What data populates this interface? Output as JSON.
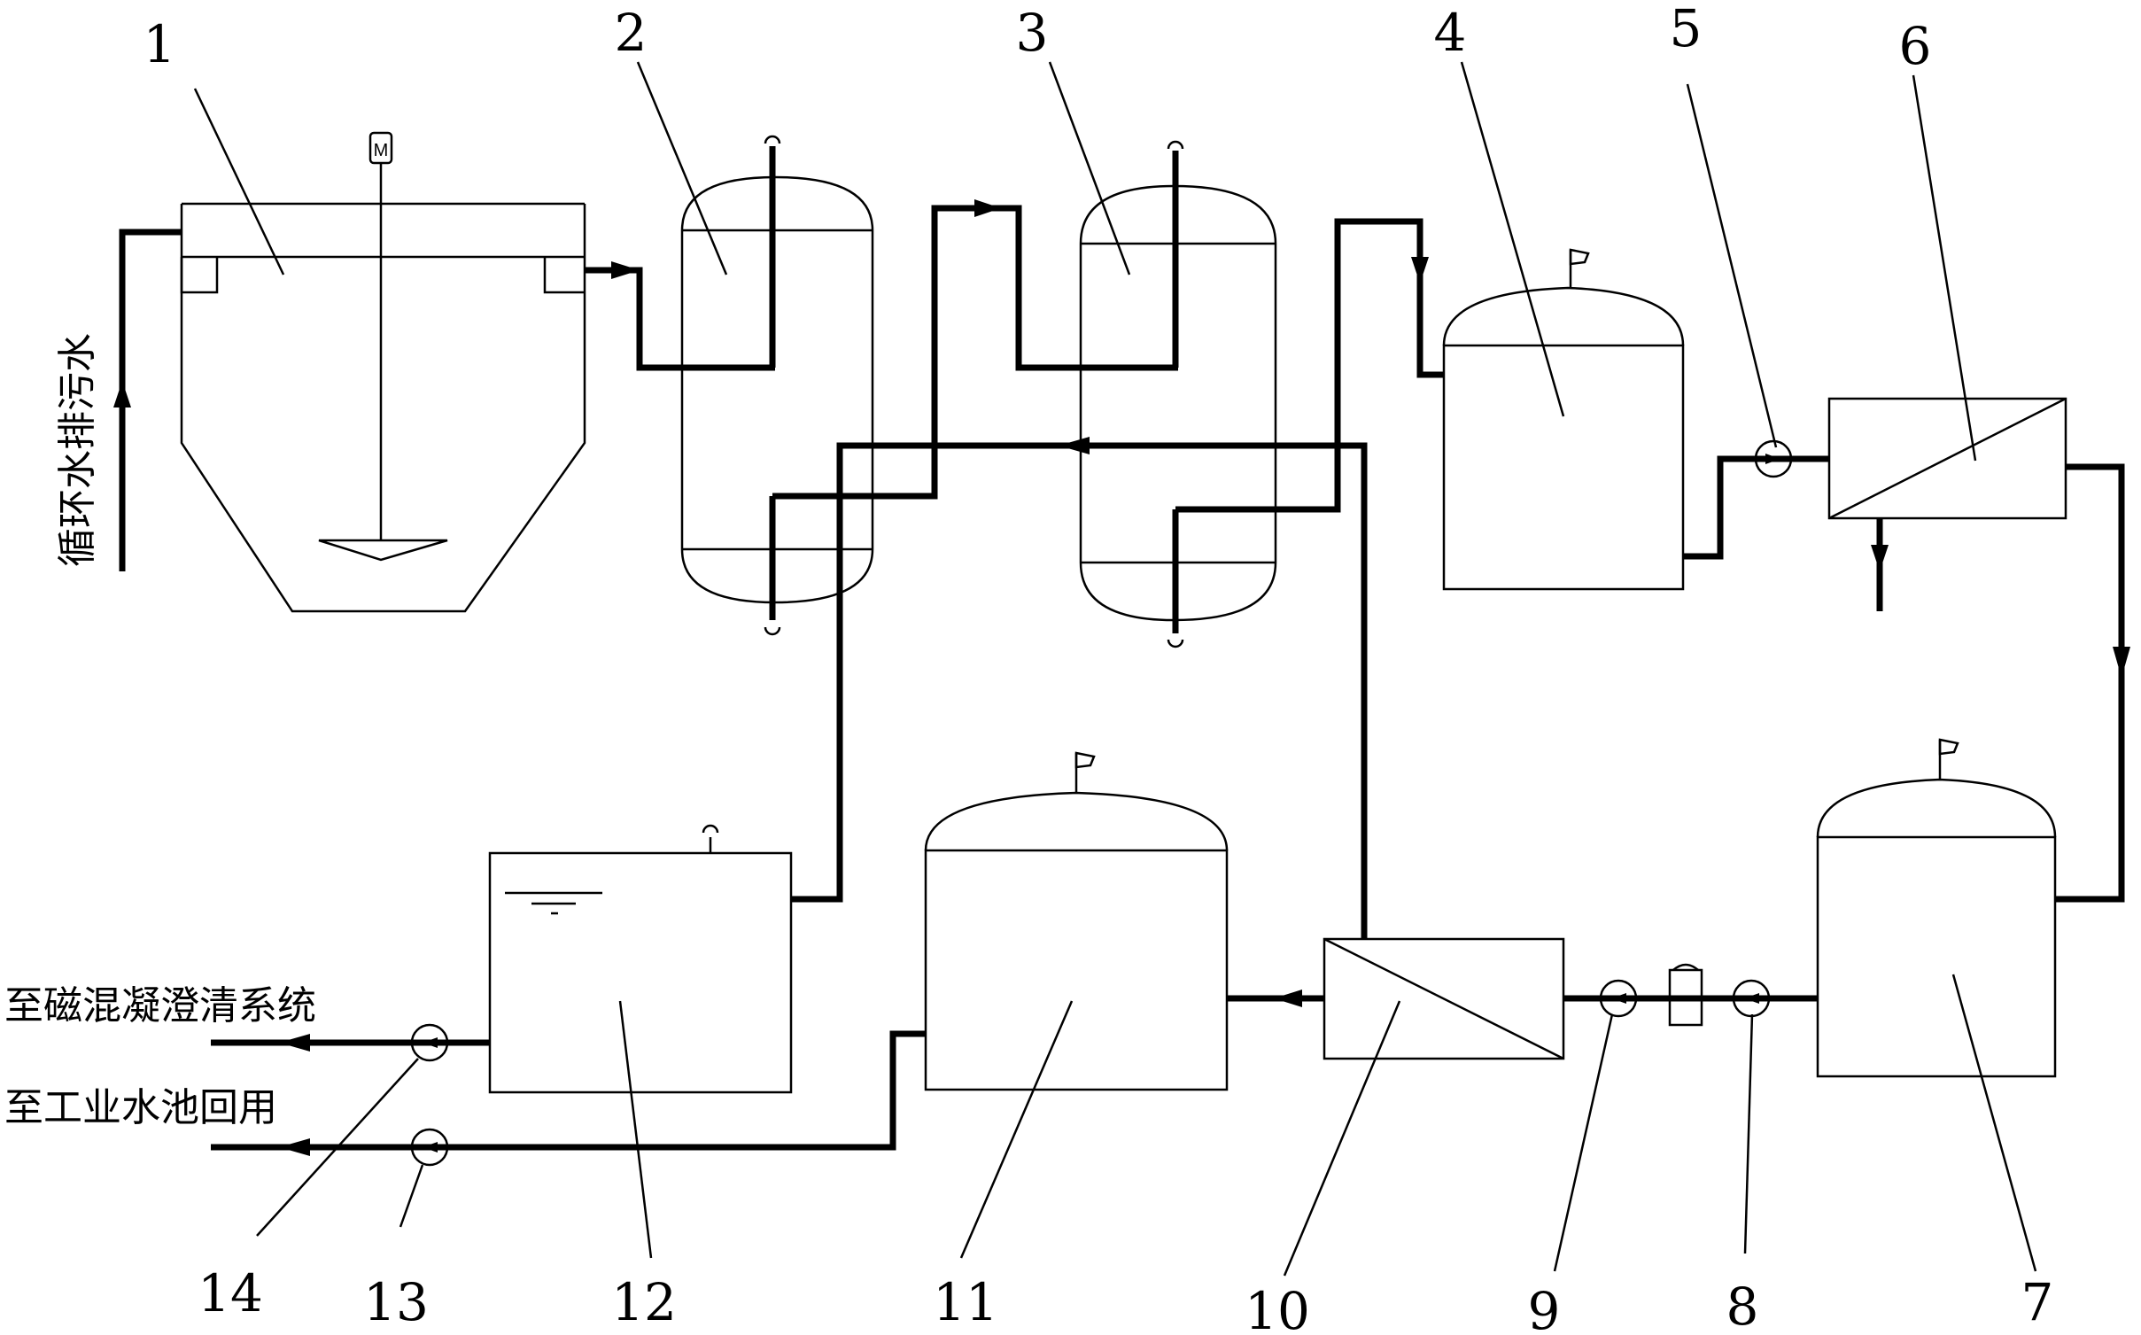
{
  "labels": {
    "inlet": "循环水排污水",
    "to_coagulation": "至磁混凝澄清系统",
    "to_industrial_pool": "至工业水池回用",
    "motor": "M"
  },
  "numbers": [
    "1",
    "2",
    "3",
    "4",
    "5",
    "6",
    "7",
    "8",
    "9",
    "10",
    "11",
    "12",
    "13",
    "14"
  ]
}
